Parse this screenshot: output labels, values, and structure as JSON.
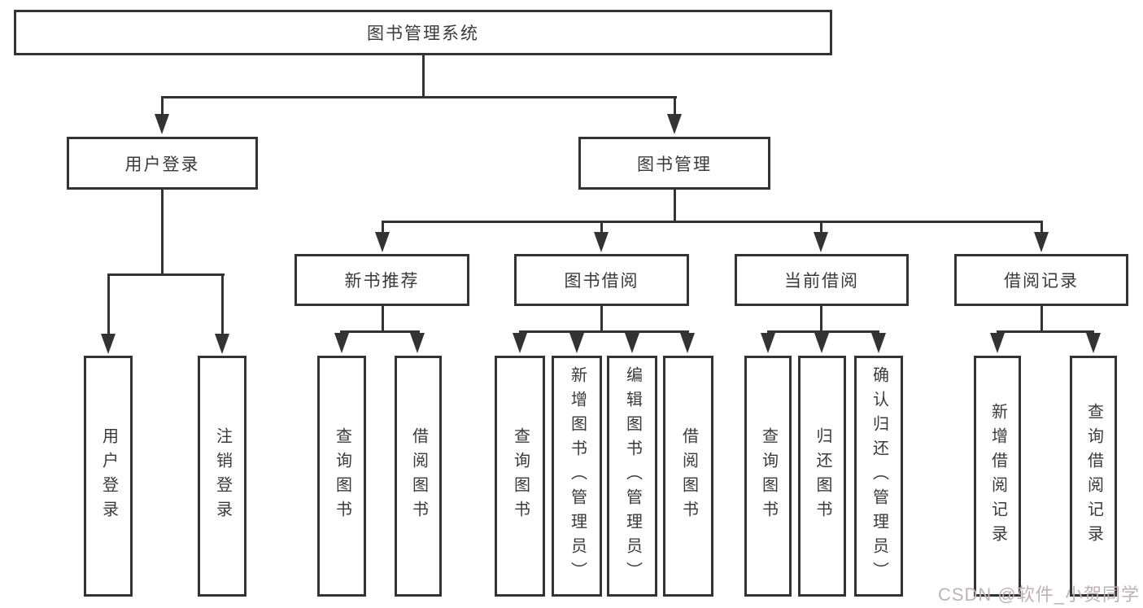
{
  "diagram": {
    "root": "图书管理系统",
    "level2": {
      "user_login": "用户登录",
      "book_mgmt": "图书管理"
    },
    "level3": {
      "new_book": "新书推荐",
      "book_borrow": "图书借阅",
      "current_borrow": "当前借阅",
      "borrow_records": "借阅记录"
    },
    "leaves": {
      "login": [
        "用户登录",
        "注销登录"
      ],
      "new_book": [
        "查询图书",
        "借阅图书"
      ],
      "book_borrow": [
        "查询图书",
        "新增图书（管理员）",
        "编辑图书（管理员）",
        "借阅图书"
      ],
      "current_borrow": [
        "查询图书",
        "归还图书",
        "确认归还（管理员）"
      ],
      "borrow_records": [
        "新增借阅记录",
        "查询借阅记录"
      ]
    }
  },
  "colors": {
    "line": "#333333",
    "text": "#3a3a3a",
    "background": "#ffffff",
    "watermark": "#beb2b6"
  },
  "watermark": "CSDN @软件_小贺同学"
}
